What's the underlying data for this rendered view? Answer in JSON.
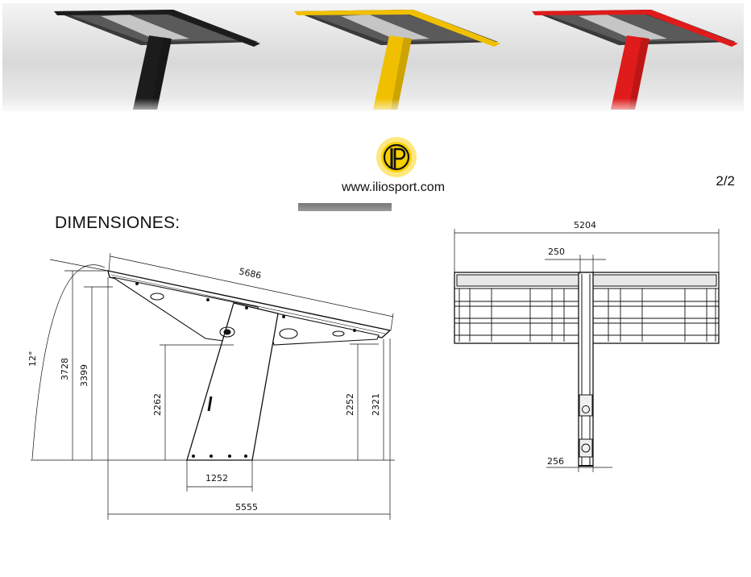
{
  "page": {
    "website": "www.iliosport.com",
    "page_number": "2/2",
    "section_title": "DIMENSIONES:"
  },
  "logo": {
    "icon": "iliosport-logo-icon",
    "colors": {
      "outer": "#ffe780",
      "inner": "#f7d000",
      "mark": "#111111"
    }
  },
  "banner": {
    "variants": [
      {
        "name": "black",
        "color": "#1c1c1c"
      },
      {
        "name": "yellow",
        "color": "#f0c000"
      },
      {
        "name": "red",
        "color": "#e01b1b"
      }
    ]
  },
  "side_view": {
    "angle": "12°",
    "length": "5686",
    "height_total": "3728",
    "height_front": "3399",
    "height_center": "2262",
    "height_rear_a": "2252",
    "height_rear_b": "2321",
    "base_width": "1252",
    "overall_width": "5555"
  },
  "front_view": {
    "total_width": "5204",
    "pillar_top": "250",
    "pillar_base": "256"
  }
}
